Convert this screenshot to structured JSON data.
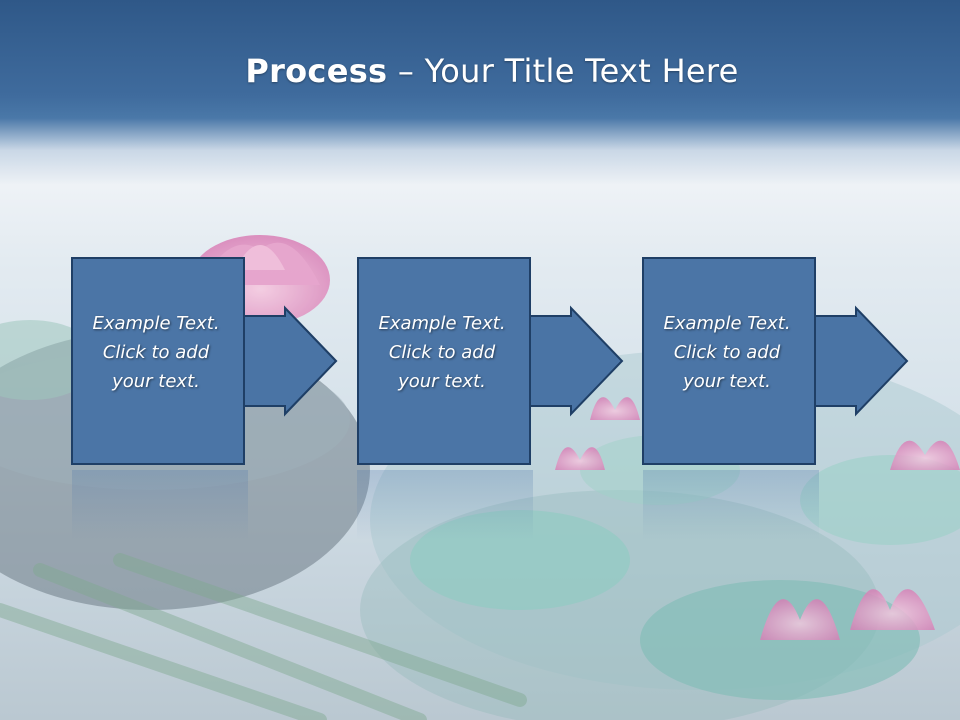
{
  "slide": {
    "title_bold": "Process",
    "title_rest": " – Your Title Text Here"
  },
  "process": {
    "steps": [
      {
        "text": "Example Text.\nClick  to add\nyour text."
      },
      {
        "text": "Example Text.\nClick  to add\nyour text."
      },
      {
        "text": "Example Text.\nClick  to add\nyour text."
      }
    ]
  },
  "colors": {
    "header": "#3f6b9d",
    "box_fill": "#4b75a6",
    "box_border": "#1f3f66",
    "text": "#ffffff"
  },
  "decor": {
    "background": "water-lily-pond-image"
  }
}
